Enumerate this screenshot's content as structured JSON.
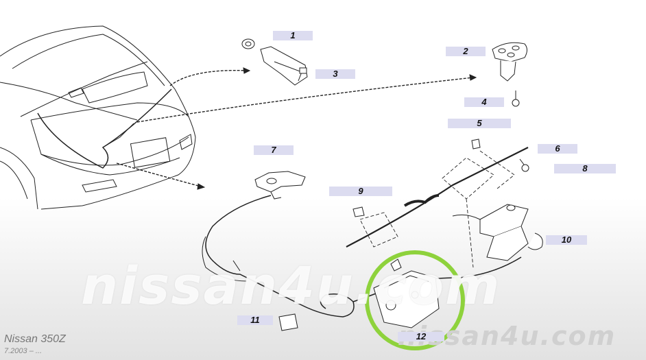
{
  "callouts": [
    "1",
    "2",
    "3",
    "4",
    "5",
    "6",
    "7",
    "8",
    "9",
    "10",
    "11",
    "12"
  ],
  "colors": {
    "callout_bg": "#dcdcf0",
    "highlight_ring": "#8ed23c",
    "line": "#222222"
  },
  "watermark": {
    "main": "nissan4u.com",
    "small": "nissan4u.com"
  },
  "model": {
    "name": "Nissan 350Z",
    "date": "7.2003 – ..."
  },
  "highlighted_part": "12"
}
